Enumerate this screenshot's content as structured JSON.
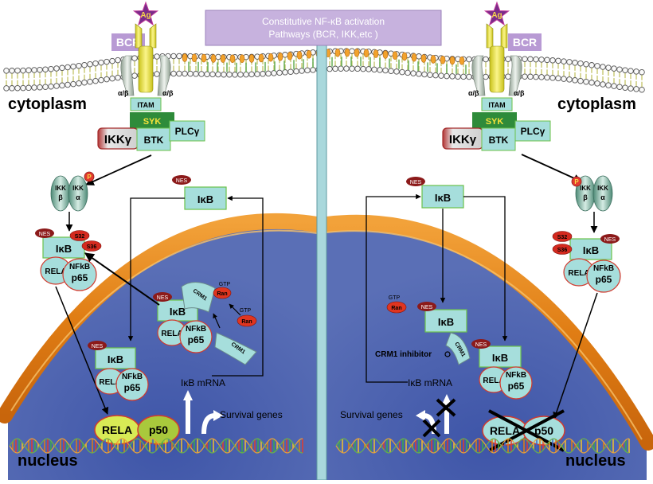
{
  "header": {
    "line1": "Constitutive NF-κB activation",
    "line2": "Pathways (BCR, IKK,etc )"
  },
  "labels": {
    "ag": "Ag",
    "bcr": "BCR",
    "alpha_beta": "α/β",
    "itam": "ITAM",
    "syk": "SYK",
    "btk": "BTK",
    "plcg": "PLCγ",
    "ikkg": "IKKγ",
    "cytoplasm": "cytoplasm",
    "nucleus": "nucleus",
    "ikk": "IKK",
    "beta": "β",
    "alpha": "α",
    "p": "P",
    "nes": "NES",
    "ikb": "IκB",
    "s32": "S32",
    "s36": "S36",
    "rela": "RELA",
    "nfkb": "NFkB",
    "p65": "p65",
    "p50": "p50",
    "crm1": "CRM1",
    "gtp": "GTP",
    "ran": "Ran",
    "ikb_mrna": "IκB mRNA",
    "survival_genes": "Survival genes",
    "crm1_inhibitor": "CRM1 inhibitor"
  },
  "colors": {
    "header_bg": "#c7b2de",
    "bcr_box": "#b89ad4",
    "ag_star": "#7a2c8a",
    "ag_text": "#f7d64a",
    "syk": "#2e8b3a",
    "syk_text": "#f4e23a",
    "box_fill": "#a6dedc",
    "box_stroke": "#6cc24a",
    "nucleus": "#4d62ad",
    "envelope": "#e58a1f",
    "red_tag": "#d42a1f",
    "dark_red_tag": "#8c1a1a",
    "rela_green": "#d8ea55",
    "p50_green": "#a9c93c",
    "divider": "#a9d8dc"
  }
}
